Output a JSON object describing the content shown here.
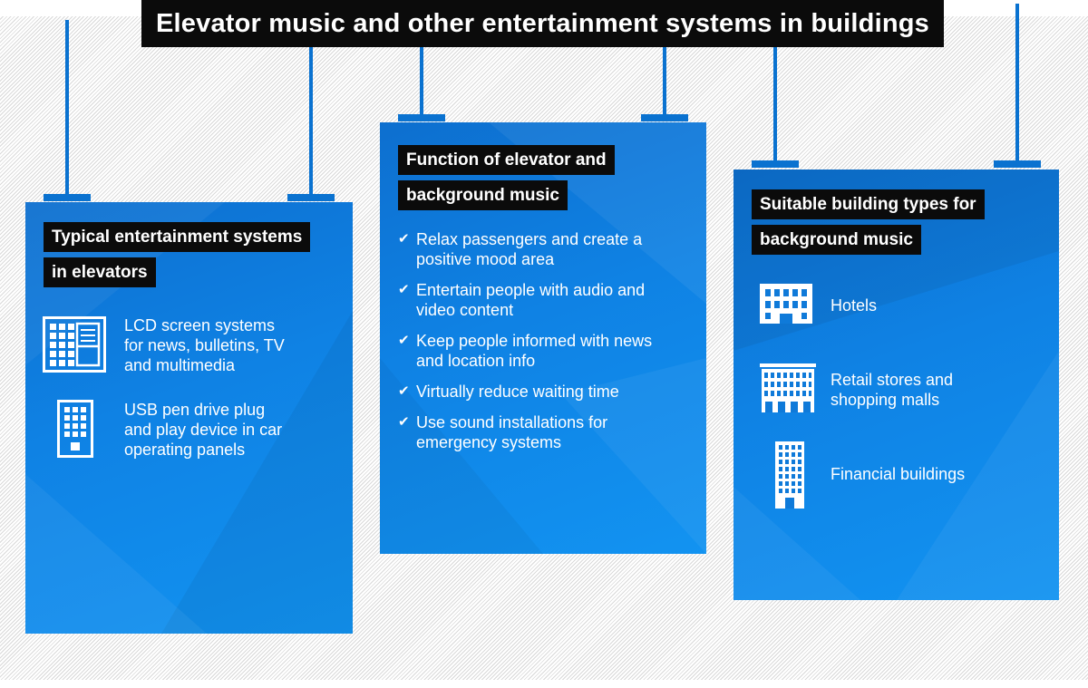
{
  "title": "Elevator music and other entertainment systems in buildings",
  "colors": {
    "panel_blue": "#0f82e4",
    "wire_blue": "#0a72d0",
    "label_black": "#0b0b0b"
  },
  "panels": {
    "left": {
      "heading_lines": [
        "Typical entertainment systems",
        "in elevators"
      ],
      "items": [
        {
          "icon": "lcd-screen-icon",
          "text": [
            "LCD screen systems",
            "for news, bulletins, TV",
            "and multimedia"
          ]
        },
        {
          "icon": "usb-device-panel-icon",
          "text": [
            "USB pen drive plug",
            "and play device in car",
            "operating panels"
          ]
        }
      ]
    },
    "center": {
      "heading_lines": [
        "Function of elevator and",
        "background music"
      ],
      "checklist": [
        [
          "Relax passengers and create a",
          "positive mood area"
        ],
        [
          "Entertain people with audio and",
          "video content"
        ],
        [
          "Keep people informed with news",
          "and location info"
        ],
        [
          "Virtually reduce waiting time"
        ],
        [
          "Use sound installations for",
          "emergency systems"
        ]
      ],
      "check_icon": "checkmark-icon"
    },
    "right": {
      "heading_lines": [
        "Suitable building types for",
        "background music"
      ],
      "items": [
        {
          "icon": "hotel-building-icon",
          "text": [
            "Hotels"
          ]
        },
        {
          "icon": "retail-building-icon",
          "text": [
            "Retail stores and",
            "shopping malls"
          ]
        },
        {
          "icon": "office-tower-icon",
          "text": [
            "Financial buildings"
          ]
        }
      ]
    }
  }
}
